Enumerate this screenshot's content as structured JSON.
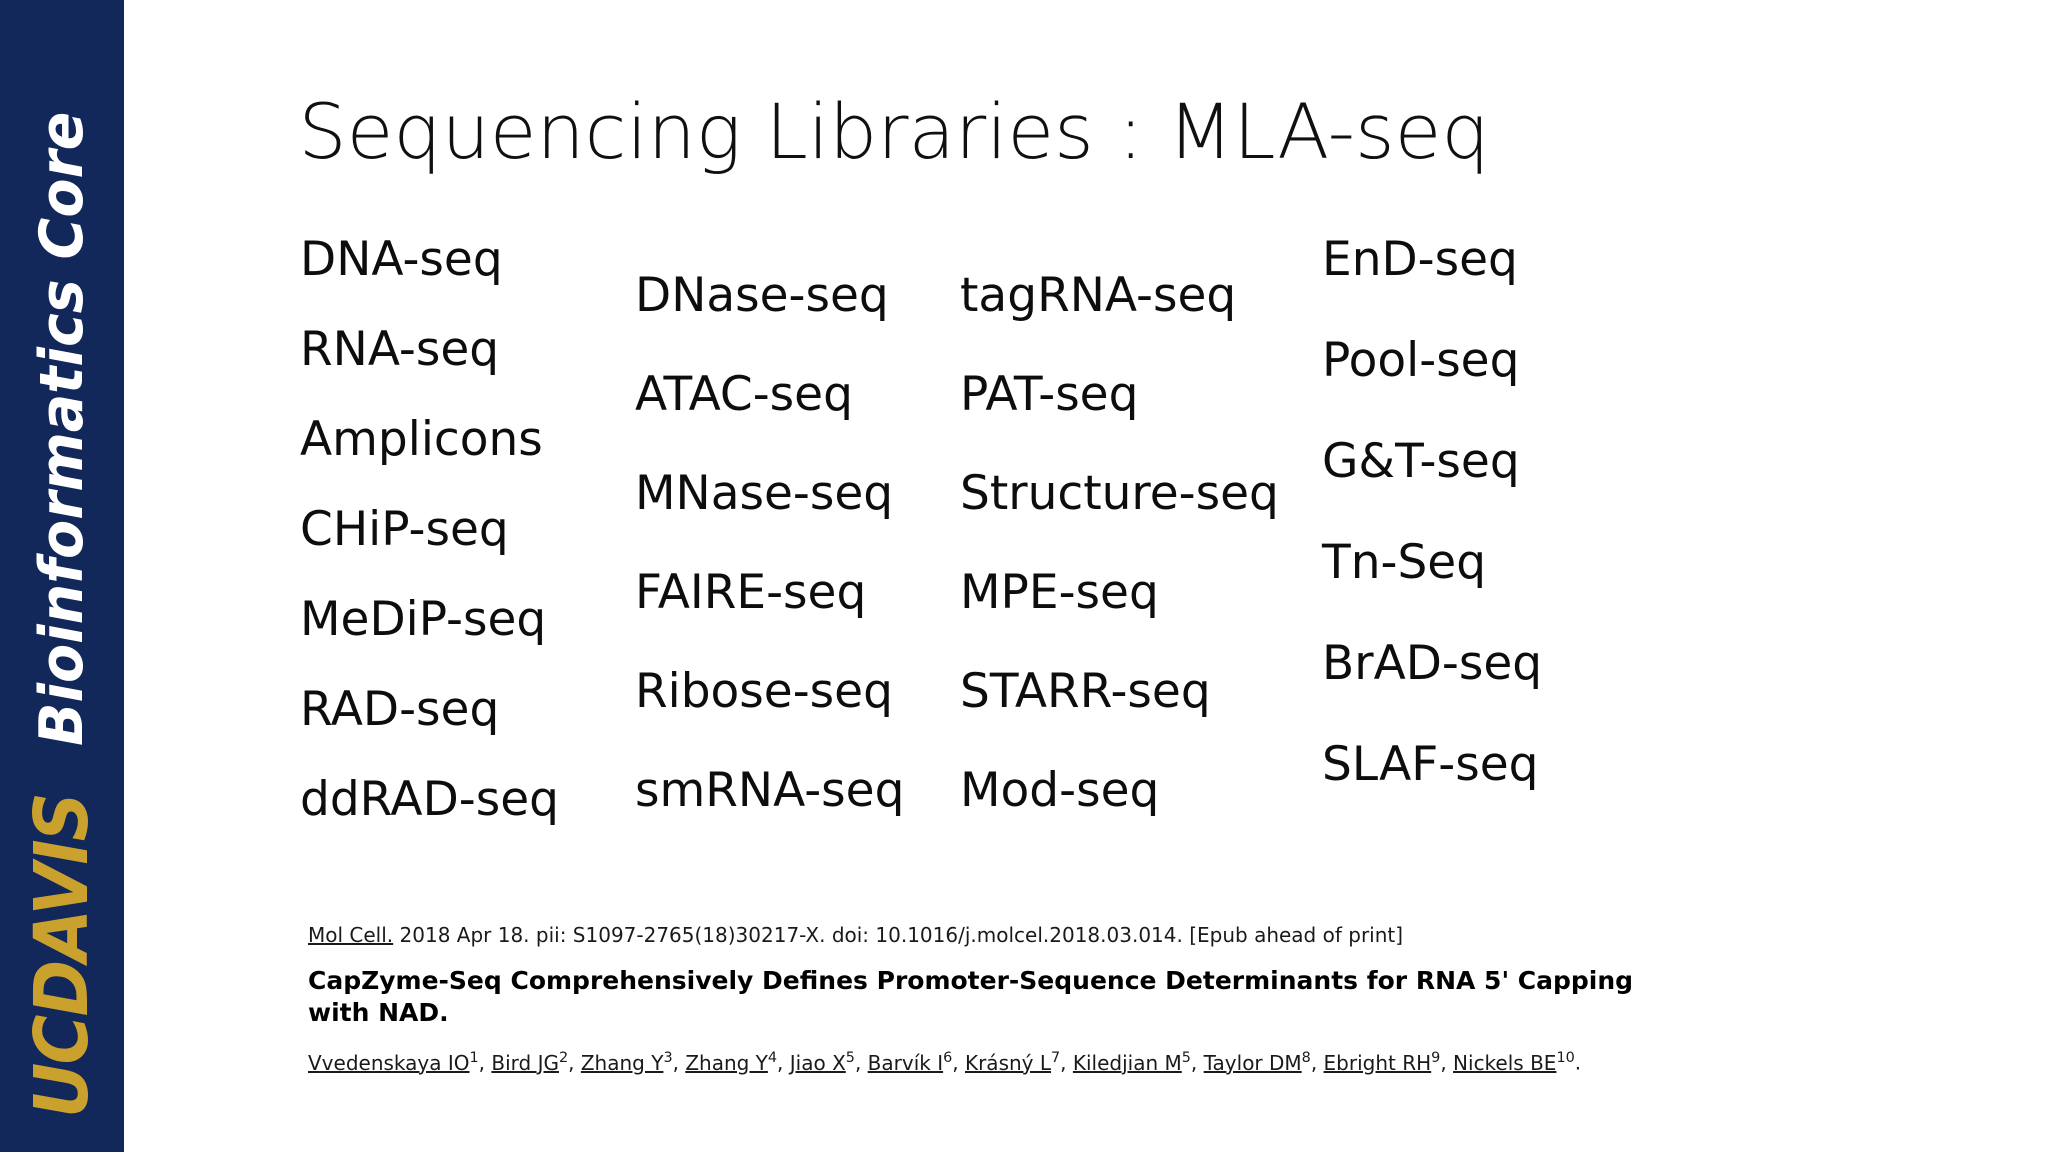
{
  "brand": {
    "name_primary": "UCDAVIS",
    "name_secondary": "Bioinformatics Core",
    "navy": "#12275a",
    "gold": "#cba12e"
  },
  "slide": {
    "title": "Sequencing Libraries : MLA-seq"
  },
  "library_columns": [
    {
      "column_name": "column-1",
      "items": [
        "DNA-seq",
        "RNA-seq",
        "Amplicons",
        "CHiP-seq",
        "MeDiP-seq",
        "RAD-seq",
        "ddRAD-seq"
      ]
    },
    {
      "column_name": "column-2",
      "items": [
        "DNase-seq",
        "ATAC-seq",
        "MNase-seq",
        "FAIRE-seq",
        "Ribose-seq",
        "smRNA-seq"
      ]
    },
    {
      "column_name": "column-3",
      "items": [
        "tagRNA-seq",
        "PAT-seq",
        "Structure-seq",
        "MPE-seq",
        "STARR-seq",
        "Mod-seq"
      ]
    },
    {
      "column_name": "column-4",
      "items": [
        "EnD-seq",
        "Pool-seq",
        "G&T-seq",
        "Tn-Seq",
        "BrAD-seq",
        "SLAF-seq"
      ]
    }
  ],
  "citation": {
    "journal": "Mol Cell.",
    "details": " 2018 Apr 18. pii: S1097-2765(18)30217-X. doi: 10.1016/j.molcel.2018.03.014. [Epub ahead of print]",
    "article_title": "CapZyme-Seq Comprehensively Defines Promoter-Sequence Determinants for RNA 5' Capping with NAD.",
    "authors": [
      {
        "name": "Vvedenskaya IO",
        "affiliation": "1"
      },
      {
        "name": "Bird JG",
        "affiliation": "2"
      },
      {
        "name": "Zhang Y",
        "affiliation": "3"
      },
      {
        "name": "Zhang Y",
        "affiliation": "4"
      },
      {
        "name": "Jiao X",
        "affiliation": "5"
      },
      {
        "name": "Barvík I",
        "affiliation": "6"
      },
      {
        "name": "Krásný L",
        "affiliation": "7"
      },
      {
        "name": "Kiledjian M",
        "affiliation": "5"
      },
      {
        "name": "Taylor DM",
        "affiliation": "8"
      },
      {
        "name": "Ebright RH",
        "affiliation": "9"
      },
      {
        "name": "Nickels BE",
        "affiliation": "10"
      }
    ],
    "author_separator": ", ",
    "author_terminator": "."
  }
}
